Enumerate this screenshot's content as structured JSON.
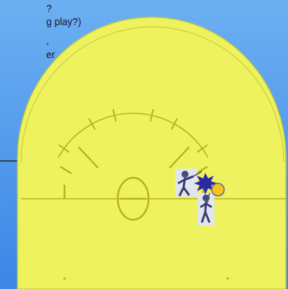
{
  "diagram": {
    "labels": [
      "?",
      "g play?)",
      ",",
      "er"
    ]
  }
}
